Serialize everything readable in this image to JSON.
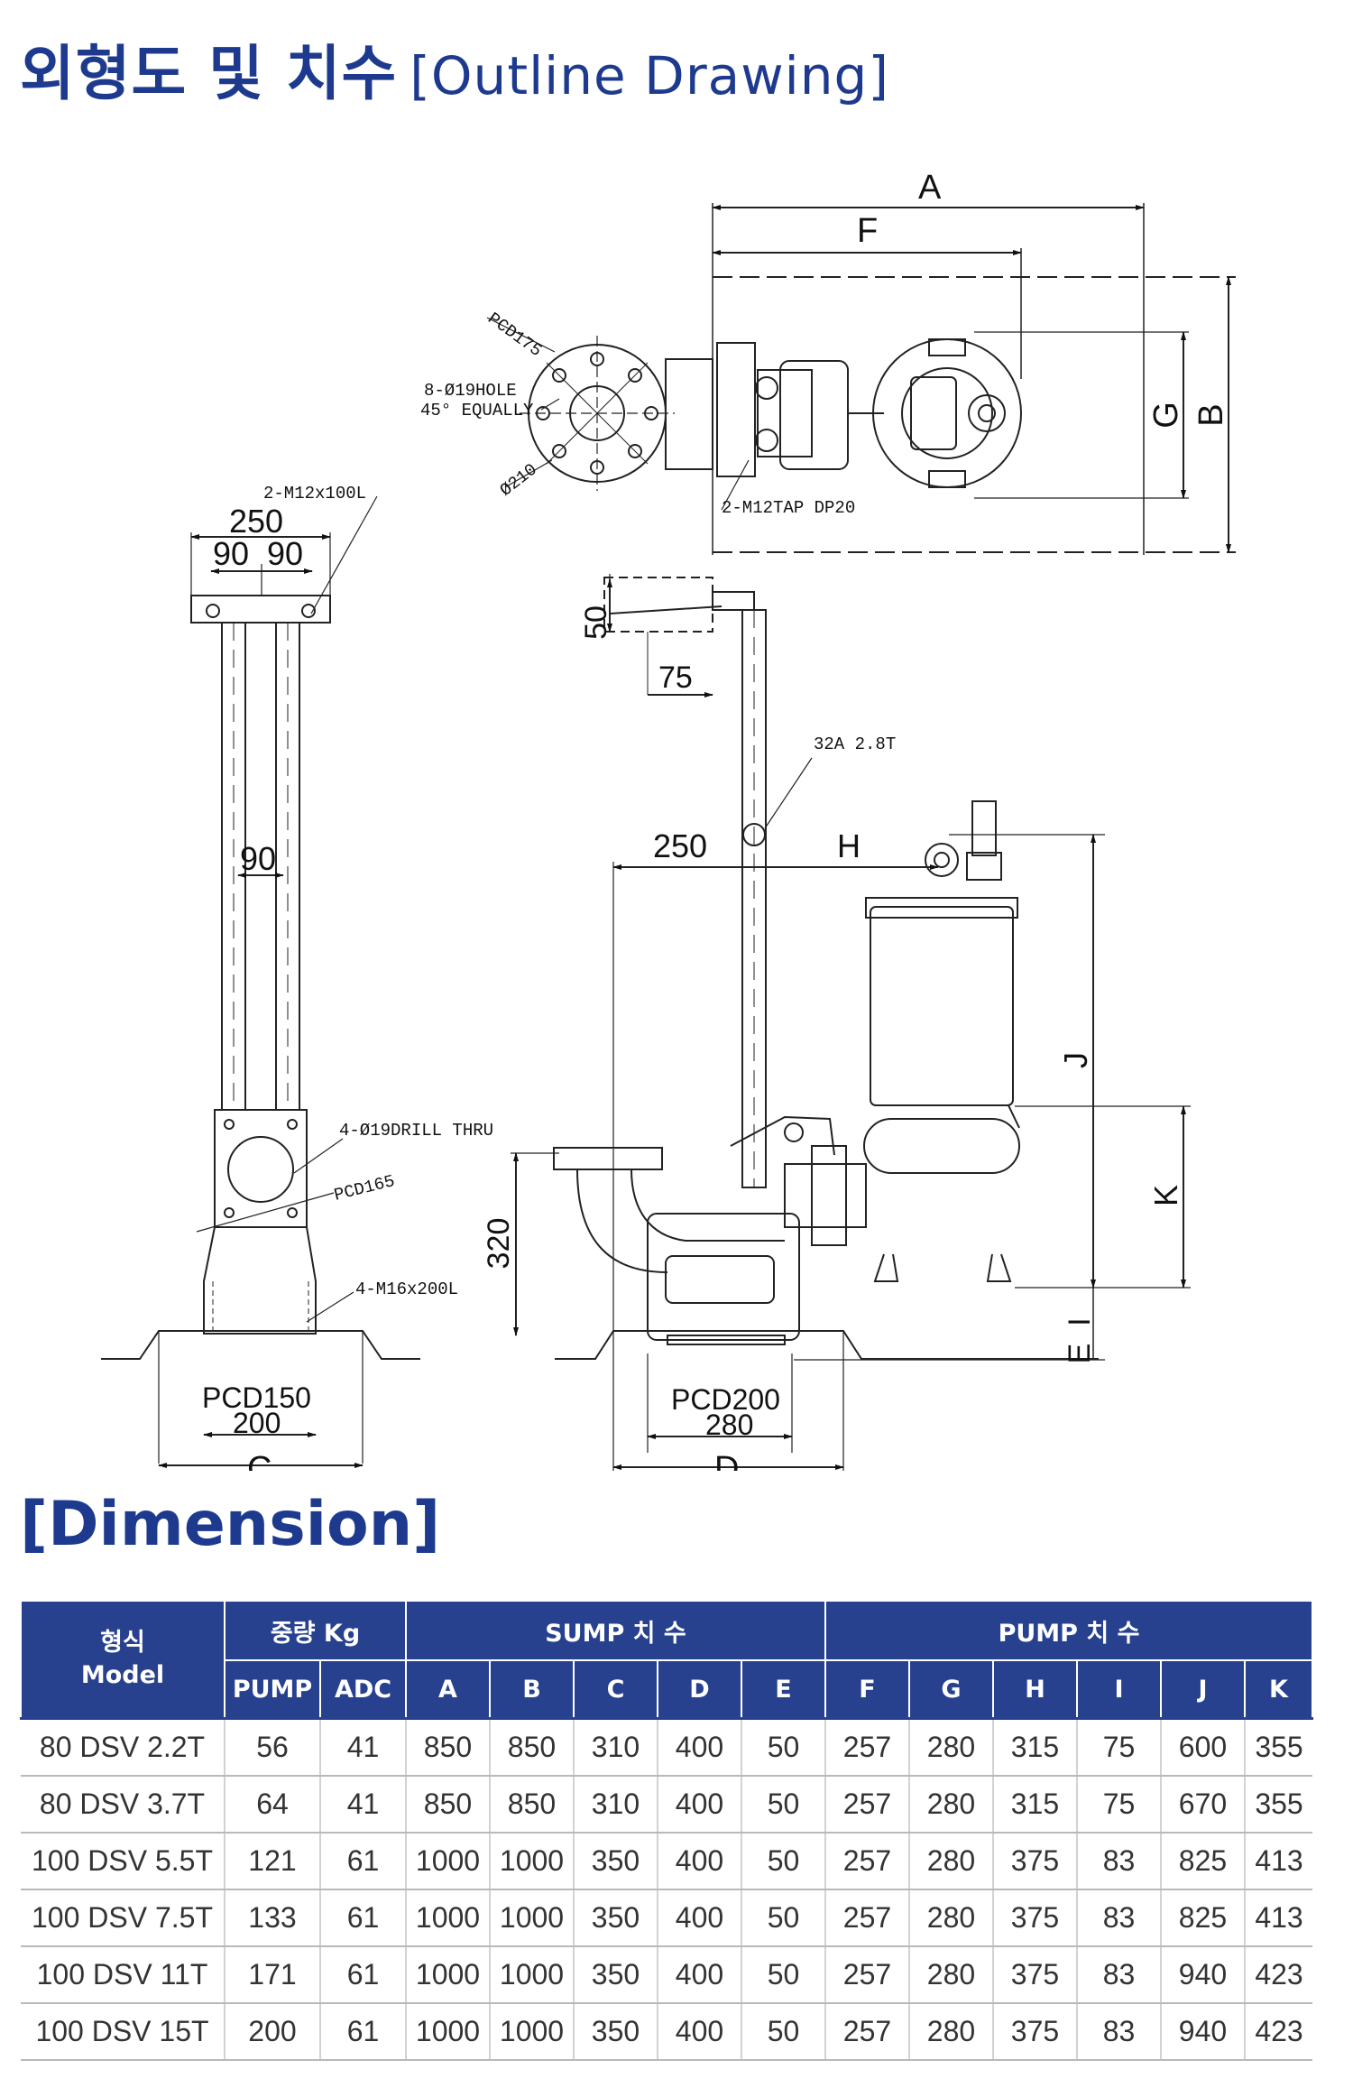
{
  "title": {
    "korean": "외형도 및 치수",
    "english": "[Outline Drawing]"
  },
  "drawing": {
    "top_view": {
      "A": "A",
      "F": "F",
      "G": "G",
      "B": "B",
      "pcd175": "PCD175",
      "holes": "8-Ø19HOLE",
      "equally": "45° EQUALLY",
      "phi210": "Ø210",
      "tap": "2-M12TAP DP20"
    },
    "side_view": {
      "bolt_top": "2-M12x100L",
      "w250": "250",
      "w90a": "90",
      "w90b": "90",
      "w90c": "90",
      "drill": "4-Ø19DRILL THRU",
      "pcd165": "PCD165",
      "bolt_bottom": "4-M16x200L",
      "pcd150": "PCD150",
      "w200": "200",
      "C": "C"
    },
    "front_view": {
      "d50": "50",
      "d75": "75",
      "pipe": "32A 2.8T",
      "d250": "250",
      "H": "H",
      "J": "J",
      "K": "K",
      "I": "I",
      "E": "E",
      "d320": "320",
      "pcd200": "PCD200",
      "w280": "280",
      "D": "D"
    }
  },
  "dimension_title": "[Dimension]",
  "table": {
    "model_kr": "형식",
    "model_en": "Model",
    "weight": "중량 Kg",
    "sump": "SUMP 치 수",
    "pump": "PUMP 치 수",
    "sub_headers": [
      "PUMP",
      "ADC",
      "A",
      "B",
      "C",
      "D",
      "E",
      "F",
      "G",
      "H",
      "I",
      "J",
      "K"
    ],
    "rows": [
      [
        "80 DSV 2.2T",
        "56",
        "41",
        "850",
        "850",
        "310",
        "400",
        "50",
        "257",
        "280",
        "315",
        "75",
        "600",
        "355"
      ],
      [
        "80 DSV 3.7T",
        "64",
        "41",
        "850",
        "850",
        "310",
        "400",
        "50",
        "257",
        "280",
        "315",
        "75",
        "670",
        "355"
      ],
      [
        "100 DSV 5.5T",
        "121",
        "61",
        "1000",
        "1000",
        "350",
        "400",
        "50",
        "257",
        "280",
        "375",
        "83",
        "825",
        "413"
      ],
      [
        "100 DSV 7.5T",
        "133",
        "61",
        "1000",
        "1000",
        "350",
        "400",
        "50",
        "257",
        "280",
        "375",
        "83",
        "825",
        "413"
      ],
      [
        "100 DSV 11T",
        "171",
        "61",
        "1000",
        "1000",
        "350",
        "400",
        "50",
        "257",
        "280",
        "375",
        "83",
        "940",
        "423"
      ],
      [
        "100 DSV 15T",
        "200",
        "61",
        "1000",
        "1000",
        "350",
        "400",
        "50",
        "257",
        "280",
        "375",
        "83",
        "940",
        "423"
      ]
    ]
  }
}
